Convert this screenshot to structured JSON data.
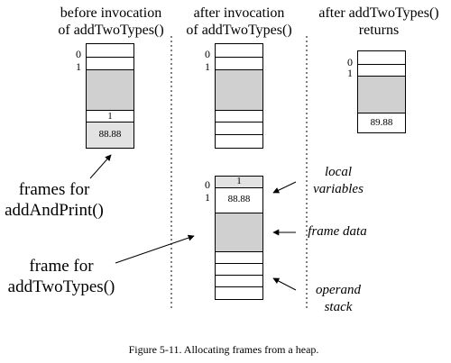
{
  "columns": [
    {
      "title_line1": "before invocation",
      "title_line2": "of addTwoTypes()"
    },
    {
      "title_line1": "after invocation",
      "title_line2": "of addTwoTypes()"
    },
    {
      "title_line1": "after addTwoTypes()",
      "title_line2": "returns"
    }
  ],
  "stack1": {
    "index0": "0",
    "index1": "1",
    "cell_a": "1",
    "cell_b": "88.88"
  },
  "stack2": {
    "index0": "0",
    "index1": "1"
  },
  "stack3": {
    "index0": "0",
    "index1": "1",
    "cell_a": "89.88"
  },
  "stack4": {
    "index0": "0",
    "index1": "1",
    "cell_a": "1",
    "cell_b": "88.88"
  },
  "labels": {
    "frames_line1": "frames for",
    "frames_line2": "addAndPrint()",
    "frame_line1": "frame for",
    "frame_line2": "addTwoTypes()",
    "local_line1": "local",
    "local_line2": "variables",
    "frame_data": "frame data",
    "operand_line1": "operand",
    "operand_line2": "stack"
  },
  "caption": "Figure 5-11. Allocating frames from a heap.",
  "colors": {
    "frame_data_fill": "#d0d0d0",
    "ink": "#000000"
  }
}
